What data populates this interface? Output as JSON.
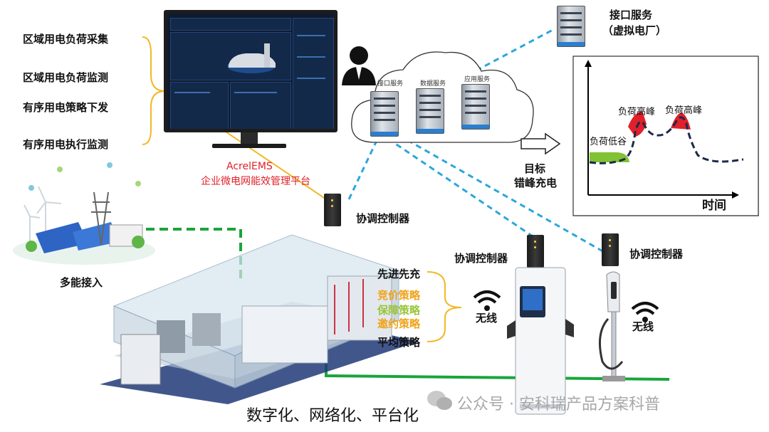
{
  "left_functions": [
    "区域用电负荷采集",
    "区域用电负荷监测",
    "有序用电策略下发",
    "有序用电执行监测"
  ],
  "platform": {
    "name": "AcrelEMS",
    "subtitle": "企业微电网能效管理平台"
  },
  "cloud": {
    "services": [
      "接口服务",
      "数据服务",
      "应用服务"
    ]
  },
  "top_right": {
    "line1": "接口服务",
    "line2": "（虚拟电厂）"
  },
  "target": {
    "line1": "目标",
    "line2": "错峰充电"
  },
  "chart_data": {
    "type": "line",
    "xlabel": "时间",
    "annotations": [
      "负荷高峰",
      "负荷高峰",
      "负荷低谷"
    ]
  },
  "controllers": [
    "协调控制器",
    "协调控制器",
    "协调控制器"
  ],
  "multi_energy": "多能接入",
  "strategies": {
    "first": "先进先充",
    "bid": "竞价策略",
    "guarantee": "保障策略",
    "invite": "邀约策略",
    "average": "平均策略"
  },
  "wireless": [
    "无线",
    "无线"
  ],
  "bottom_caption": "数字化、网络化、平台化",
  "watermark": "公众号 · 安科瑞产品方案科普",
  "colors": {
    "yellow_line": "#f2b824",
    "blue_dash": "#2aa7d9",
    "green_line": "#19a53a",
    "red_peak": "#e0202a",
    "red_text": "#e0202a",
    "orange": "#f0a31a",
    "light_green": "#9ac53b"
  }
}
